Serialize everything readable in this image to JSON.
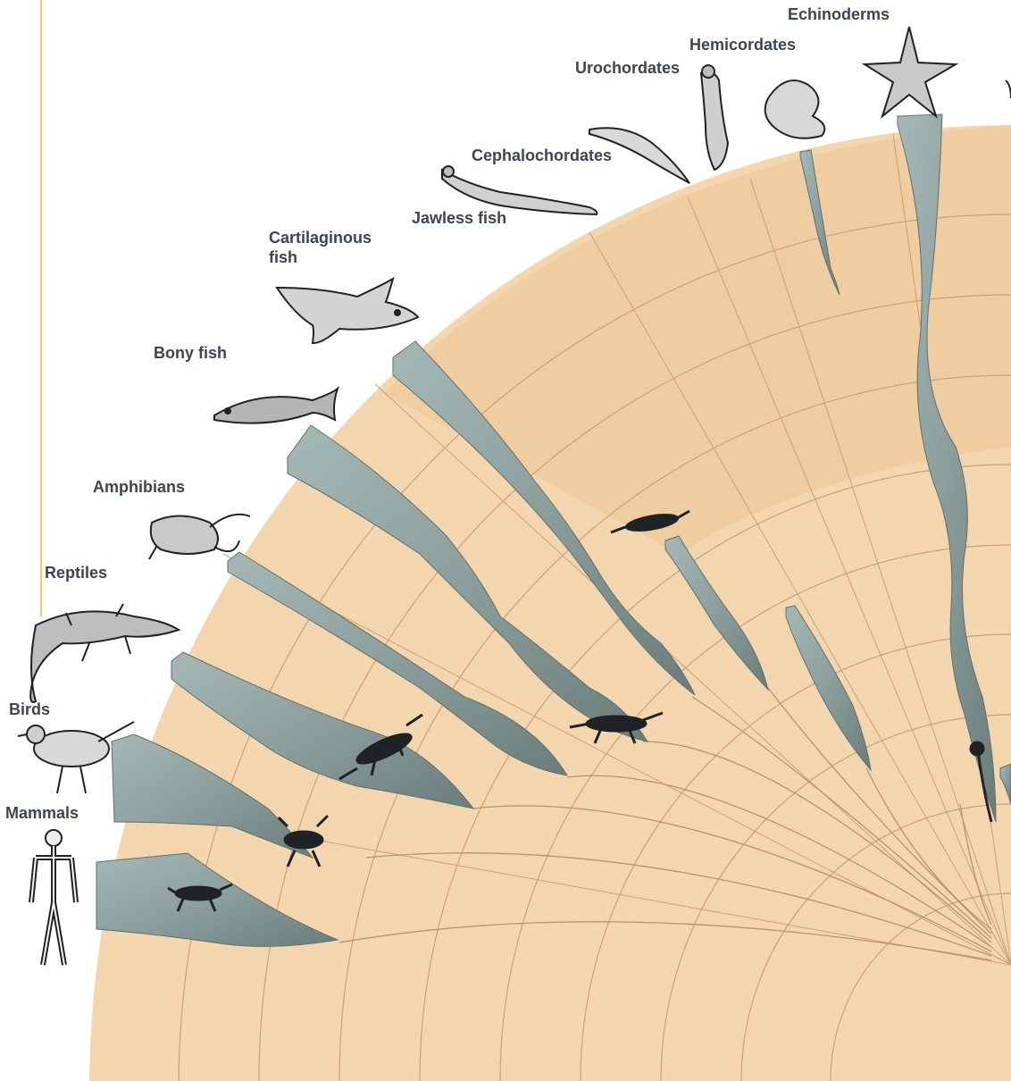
{
  "diagram": {
    "groups": [
      {
        "id": "mammals",
        "label": "Mammals",
        "icon": "human-figure-icon"
      },
      {
        "id": "birds",
        "label": "Birds",
        "icon": "bird-icon"
      },
      {
        "id": "reptiles",
        "label": "Reptiles",
        "icon": "crocodile-icon"
      },
      {
        "id": "amphibians",
        "label": "Amphibians",
        "icon": "frog-icon"
      },
      {
        "id": "bony-fish",
        "label": "Bony fish",
        "icon": "cod-icon"
      },
      {
        "id": "cartilaginous-fish",
        "label": "Cartilaginous fish",
        "label_lines": [
          "Cartilaginous",
          "fish"
        ],
        "icon": "shark-icon"
      },
      {
        "id": "jawless-fish",
        "label": "Jawless fish",
        "icon": "lamprey-icon"
      },
      {
        "id": "cephalochordates",
        "label": "Cephalochordates",
        "icon": "lancelet-icon"
      },
      {
        "id": "urochordates",
        "label": "Urochordates",
        "icon": "sea-squirt-icon"
      },
      {
        "id": "hemicordates",
        "label": "Hemicordates",
        "icon": "acorn-worm-icon"
      },
      {
        "id": "echinoderms",
        "label": "Echinoderms",
        "icon": "starfish-icon"
      }
    ],
    "colors": {
      "background_fan": "#f3d6ad",
      "outer_band": "#ecc497",
      "spindle": "#8b9e9c",
      "spindle_dark": "#6f8280",
      "label_text": "#3c4650",
      "accent_rule": "#f3c96a"
    }
  }
}
